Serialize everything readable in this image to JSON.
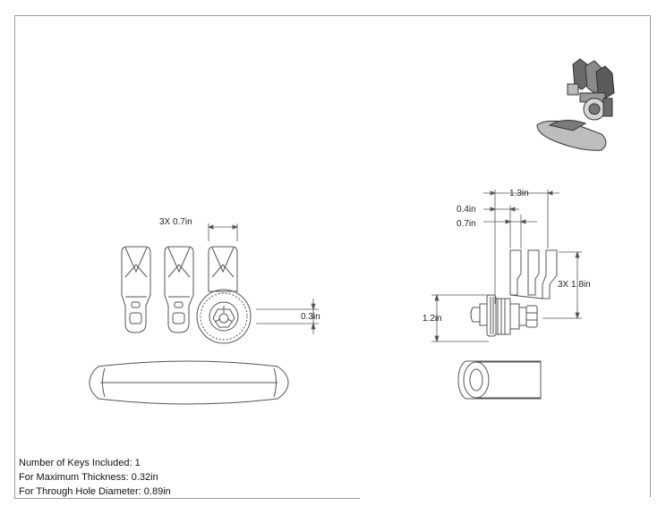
{
  "dimensions": {
    "key_width": "3X 0.7in",
    "cam_offset": "0.3in",
    "cam_thickness": "0.4in",
    "cam_length": "1.3in",
    "cam_step": "0.7in",
    "cam_height": "3X 1.8in",
    "body_height": "1.2in"
  },
  "notes": {
    "keys_included": "Number of Keys Included: 1",
    "max_thickness": "For Maximum Thickness: 0.32in",
    "through_hole": "For Through Hole Diameter: 0.89in"
  },
  "colors": {
    "line": "#555555",
    "frame": "#9a9a9a",
    "iso_dark": "#4a4a4a",
    "iso_mid": "#8a8a8a",
    "iso_light": "#c8c8c8"
  }
}
